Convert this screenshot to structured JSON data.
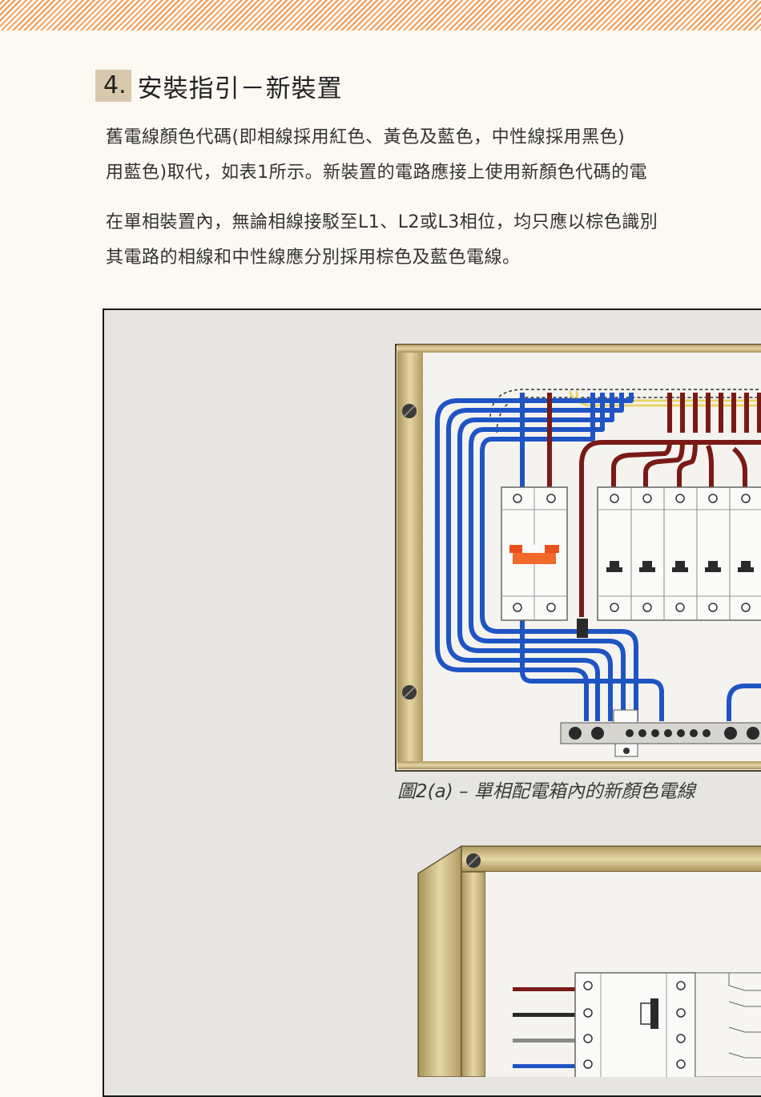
{
  "section": {
    "number": "4.",
    "title": "安裝指引－新裝置"
  },
  "paragraphs": [
    {
      "lines": [
        "舊電線顏色代碼(即相線採用紅色、黃色及藍色，中性線採用黑色)",
        "用藍色)取代，如表1所示。新裝置的電路應接上使用新顏色代碼的電"
      ]
    },
    {
      "lines": [
        "在單相裝置內，無論相線接駁至L1、L2或L3相位，均只應以棕色識別",
        "其電路的相線和中性線應分別採用棕色及藍色電線。"
      ]
    }
  ],
  "figure": {
    "caption": "圖2(a) – 單相配電箱內的新顏色電線",
    "colors": {
      "phase_wire": "#7a1a16",
      "neutral_wire": "#1f54c4",
      "earth_wire": "#e6d56a",
      "enclosure": "#c8b483",
      "background": "#e6e5e1"
    }
  }
}
